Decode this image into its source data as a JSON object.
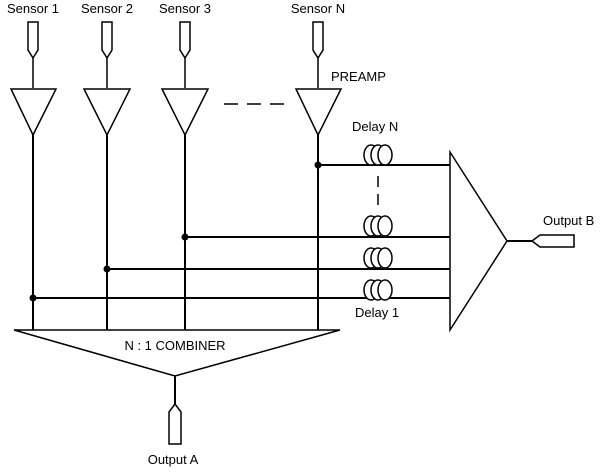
{
  "sensors": [
    "Sensor 1",
    "Sensor 2",
    "Sensor 3",
    "Sensor N"
  ],
  "preamp_label": "PREAMP",
  "combiner_label": "N : 1 COMBINER",
  "output_a_label": "Output A",
  "output_b_label": "Output B",
  "delay_n_label": "Delay N",
  "delay_1_label": "Delay 1"
}
